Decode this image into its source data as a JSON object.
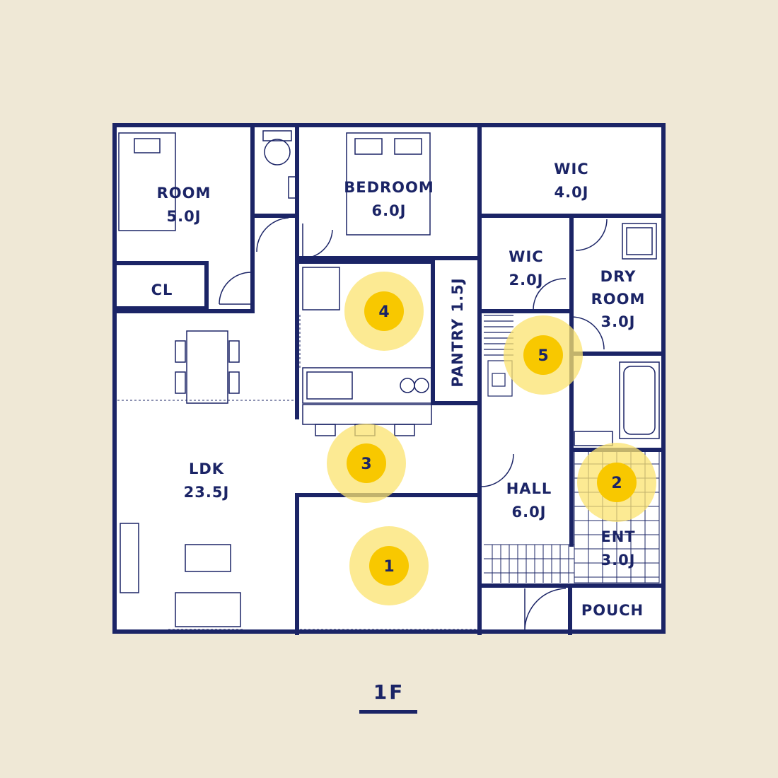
{
  "floor_label": "1F",
  "colors": {
    "background": "#efe8d6",
    "wall": "#1b2466",
    "room": "#ffffff",
    "marker": "#f8c800",
    "marker_halo": "#fbe36f"
  },
  "rooms": {
    "room": {
      "name": "ROOM",
      "size": "5.0J"
    },
    "cl": {
      "name": "CL"
    },
    "bedroom": {
      "name": "BEDROOM",
      "size": "6.0J"
    },
    "wic_large": {
      "name": "WIC",
      "size": "4.0J"
    },
    "wic_small": {
      "name": "WIC",
      "size": "2.0J"
    },
    "dry_room": {
      "name": "DRY",
      "name2": "ROOM",
      "size": "3.0J"
    },
    "pantry": {
      "name": "PANTRY 1.5J"
    },
    "ldk": {
      "name": "LDK",
      "size": "23.5J"
    },
    "hall": {
      "name": "HALL",
      "size": "6.0J"
    },
    "ent": {
      "name": "ENT",
      "size": "3.0J"
    },
    "pouch": {
      "name": "POUCH"
    }
  },
  "markers": [
    {
      "number": "1"
    },
    {
      "number": "2"
    },
    {
      "number": "3"
    },
    {
      "number": "4"
    },
    {
      "number": "5"
    }
  ]
}
